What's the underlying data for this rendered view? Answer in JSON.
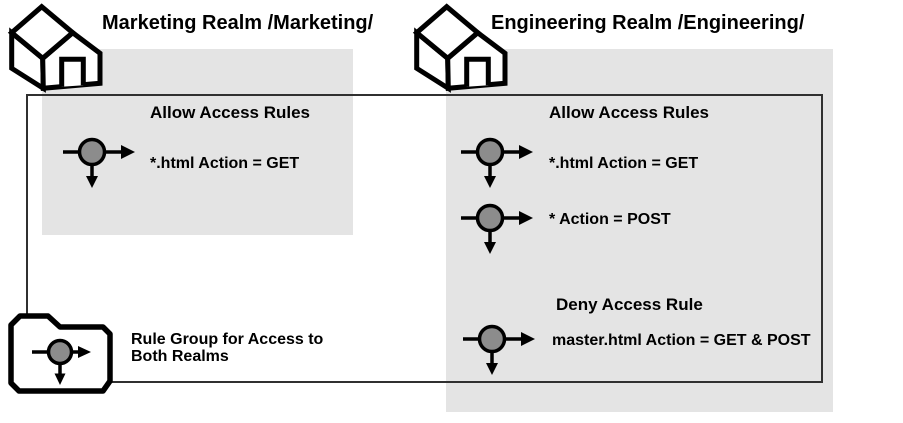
{
  "diagram": {
    "marketing": {
      "title": "Marketing Realm /Marketing/",
      "allow_heading": "Allow Access Rules",
      "allow_rules": [
        "*.html Action = GET"
      ]
    },
    "engineering": {
      "title": "Engineering Realm /Engineering/",
      "allow_heading": "Allow Access Rules",
      "allow_rules": [
        "*.html Action = GET",
        "* Action = POST"
      ],
      "deny_heading": "Deny Access Rule",
      "deny_rules": [
        "master.html Action = GET & POST"
      ]
    },
    "rule_group": {
      "label": "Rule Group for Access to\nBoth Realms"
    },
    "icons": {
      "realm": "house-icon",
      "rule": "rule-junction-arrow-icon",
      "rule_group": "folder-icon"
    },
    "colors": {
      "panel_gray": "#e4e4e4",
      "rule_circle_gray": "#8c8c8c",
      "line_black": "#000000",
      "boundary_border": "#303030",
      "background": "#ffffff"
    }
  }
}
